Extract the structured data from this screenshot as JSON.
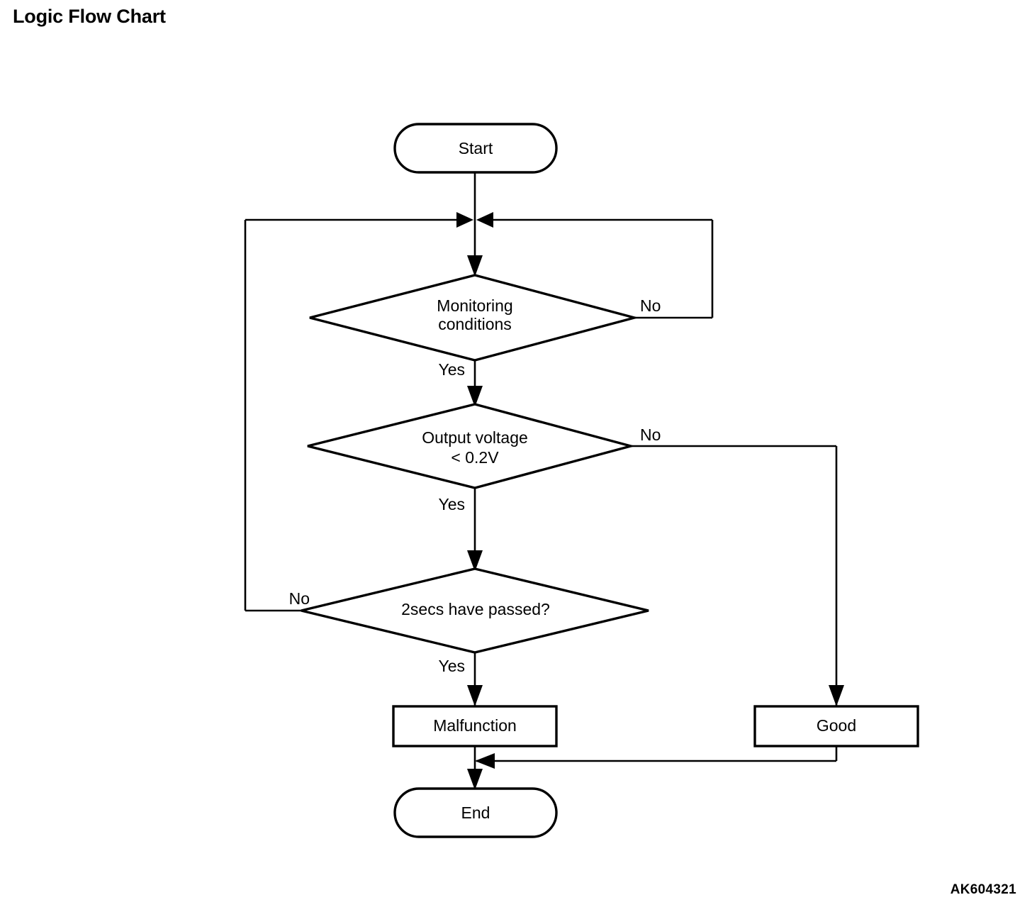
{
  "page": {
    "title": "Logic Flow Chart",
    "figure_code": "AK604321",
    "background_color": "#ffffff",
    "line_color": "#000000"
  },
  "chart_data": {
    "type": "diagram",
    "diagram_kind": "flowchart",
    "title": "Logic Flow Chart",
    "nodes": [
      {
        "id": "start",
        "shape": "terminator",
        "label": "Start"
      },
      {
        "id": "monitoring",
        "shape": "decision",
        "label": "Monitoring\nconditions",
        "line1": "Monitoring",
        "line2": "conditions"
      },
      {
        "id": "voltage",
        "shape": "decision",
        "label": "Output voltage\n< 0.2V",
        "line1": "Output voltage",
        "line2": "< 0.2V"
      },
      {
        "id": "timer",
        "shape": "decision",
        "label": "2secs have passed?",
        "line1": "2secs have passed?",
        "line2": ""
      },
      {
        "id": "malfunction",
        "shape": "process",
        "label": "Malfunction"
      },
      {
        "id": "good",
        "shape": "process",
        "label": "Good"
      },
      {
        "id": "end",
        "shape": "terminator",
        "label": "End"
      }
    ],
    "edges": [
      {
        "from": "start",
        "to": "monitoring",
        "label": ""
      },
      {
        "from": "monitoring",
        "to": "monitoring",
        "label": "No",
        "routing": "right-loop-back-to-entry"
      },
      {
        "from": "monitoring",
        "to": "voltage",
        "label": "Yes"
      },
      {
        "from": "voltage",
        "to": "good",
        "label": "No",
        "routing": "right-down"
      },
      {
        "from": "voltage",
        "to": "timer",
        "label": "Yes"
      },
      {
        "from": "timer",
        "to": "monitoring",
        "label": "No",
        "routing": "left-loop-back-to-entry"
      },
      {
        "from": "timer",
        "to": "malfunction",
        "label": "Yes"
      },
      {
        "from": "malfunction",
        "to": "end",
        "label": ""
      },
      {
        "from": "good",
        "to": "end",
        "label": "",
        "routing": "down-left-merge"
      }
    ]
  },
  "labels": {
    "start": "Start",
    "monitoring_line1": "Monitoring",
    "monitoring_line2": "conditions",
    "voltage_line1": "Output voltage",
    "voltage_line2": "< 0.2V",
    "timer": "2secs have passed?",
    "malfunction": "Malfunction",
    "good": "Good",
    "end": "End",
    "monitoring_no": "No",
    "monitoring_yes": "Yes",
    "voltage_no": "No",
    "voltage_yes": "Yes",
    "timer_no": "No",
    "timer_yes": "Yes"
  }
}
